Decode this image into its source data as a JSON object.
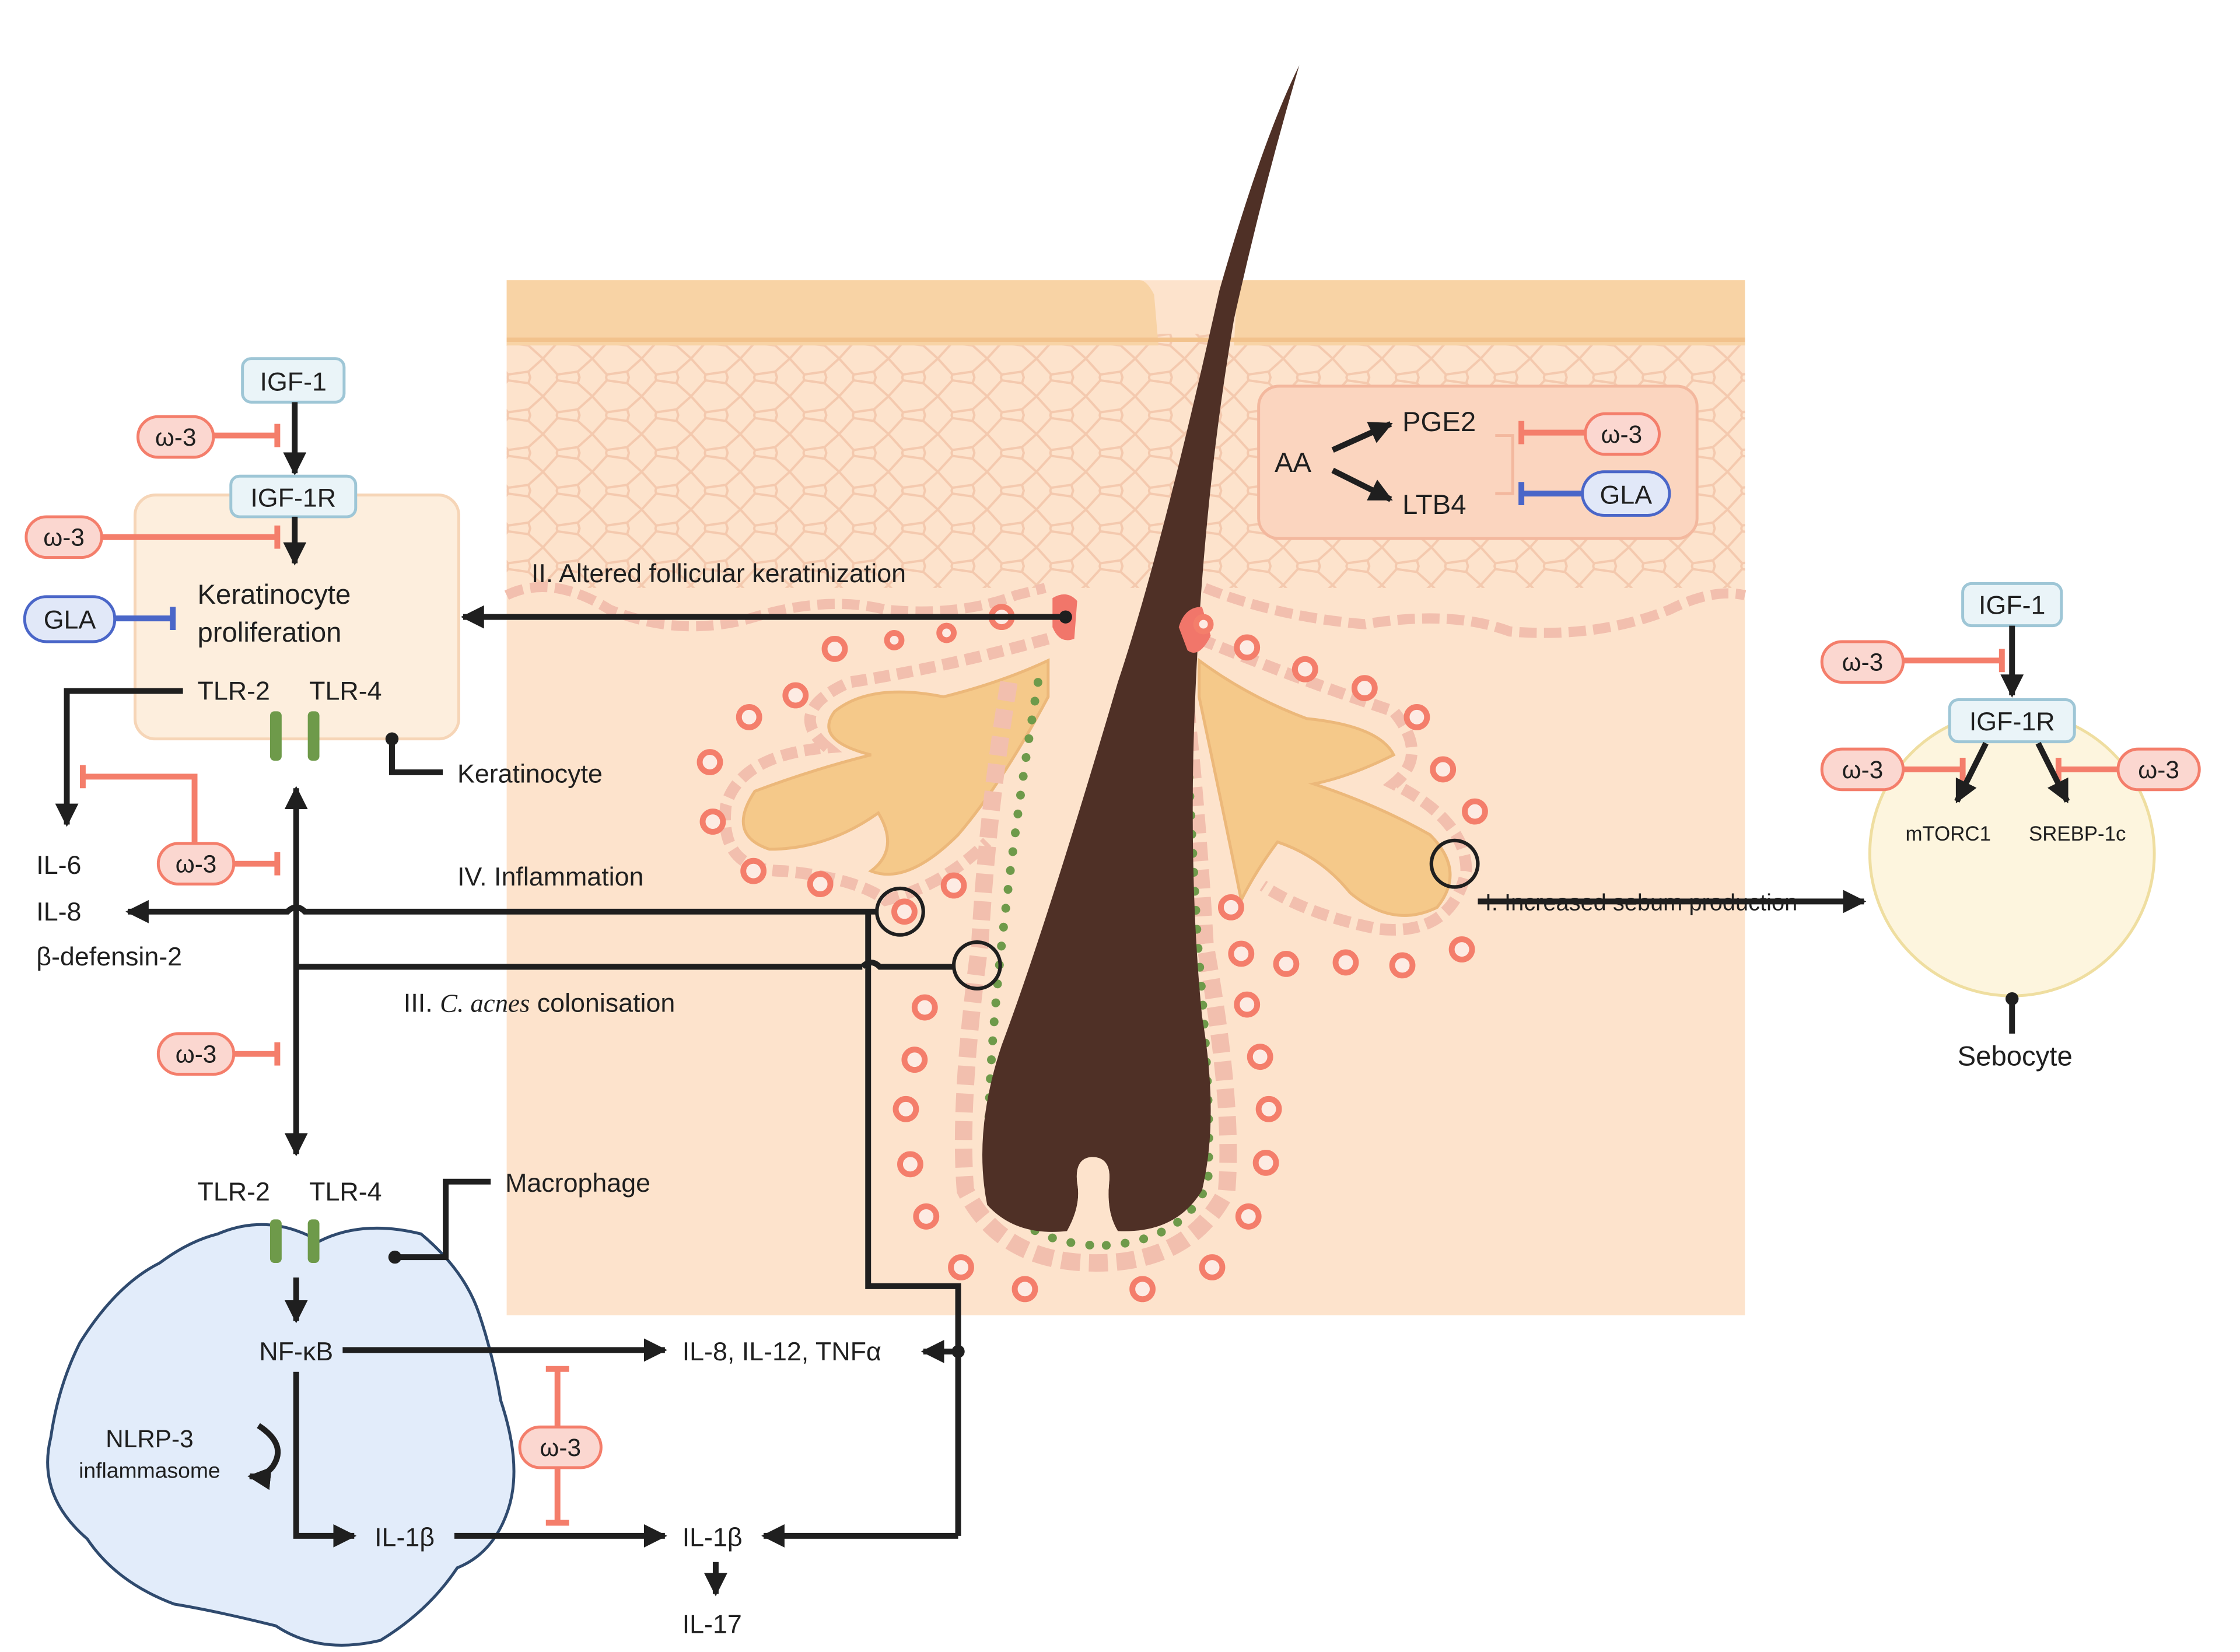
{
  "keratinocyte_panel": {
    "igf1": "IGF-1",
    "igf1r": "IGF-1R",
    "omega3_a": "ω-3",
    "omega3_b": "ω-3",
    "gla": "GLA",
    "proliferation_line1": "Keratinocyte",
    "proliferation_line2": "proliferation",
    "tlr2": "TLR-2",
    "tlr4": "TLR-4",
    "cell_label": "Keratinocyte",
    "omega3_c": "ω-3",
    "omega3_d": "ω-3",
    "out_il6": "IL-6",
    "out_il8": "IL-8",
    "out_defensin": "β-defensin-2"
  },
  "macrophage_panel": {
    "tlr2": "TLR-2",
    "tlr4": "TLR-4",
    "cell_label": "Macrophage",
    "nfkb": "NF-κB",
    "nlrp3_line1": "NLRP-3",
    "nlrp3_line2": "inflammasome",
    "il1b_inner": "IL-1β",
    "out_cytokines": "IL-8, IL-12, TNFα",
    "out_il1b": "IL-1β",
    "out_il17": "IL-17",
    "omega3": "ω-3"
  },
  "skin_panel": {
    "aa": "AA",
    "pge2": "PGE2",
    "ltb4": "LTB4",
    "omega3": "ω-3",
    "gla": "GLA",
    "label_ii": "II. Altered follicular keratinization",
    "label_iv": "IV. Inflammation",
    "label_iii_prefix": "III. ",
    "label_iii_species": "C. acnes",
    "label_iii_suffix": " colonisation",
    "label_i": "I. Increased sebum production"
  },
  "sebocyte_panel": {
    "igf1": "IGF-1",
    "igf1r": "IGF-1R",
    "omega3_a": "ω-3",
    "omega3_b": "ω-3",
    "omega3_c": "ω-3",
    "mtorc1": "mTORC1",
    "srebp": "SREBP-1c",
    "cell_label": "Sebocyte"
  },
  "colors": {
    "omega3_fill": "#fbd7d0",
    "omega3_stroke": "#f47e6b",
    "gla_fill": "#e1e8f8",
    "gla_stroke": "#4a66c8",
    "igf_fill": "#eaf4f8",
    "igf_stroke": "#9ec6d6",
    "tlr_green": "#6e9a4a",
    "hair_brown": "#4f3026",
    "sebaceous_gland": "#f5c98a",
    "macrophage_fill": "#e2ecfa",
    "macrophage_stroke": "#2f4a6e",
    "sebocyte_fill": "#fdf5de",
    "skin_background": "#fde3cc",
    "epidermis_top": "#f8d3a5",
    "keratinocyte_box": "#fdeedd"
  }
}
